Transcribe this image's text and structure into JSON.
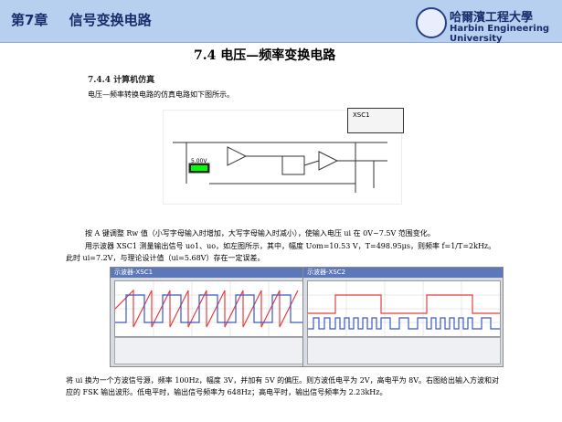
{
  "header": {
    "chapter": "第7章",
    "title": "信号变换电路",
    "uni_cn": "哈爾濱工程大學",
    "uni_en": "Harbin Engineering University"
  },
  "section": {
    "title": "7.4    电压—频率变换电路"
  },
  "subsection": {
    "title": "7.4.4    计算机仿真"
  },
  "intro": {
    "text": "电压—频率转换电路的仿真电路如下图所示。"
  },
  "circuit": {
    "scope_label": "XSC1",
    "display": "5.00V"
  },
  "para": {
    "p1": "按 A 键调整 Rw 值（小写字母输入时增加，大写字母输入时减小），使输入电压 ui 在 0V~7.5V 范围变化。",
    "p2": "用示波器 XSC1 测量输出信号 uo1、uo，如左图所示，其中，幅度 Uom=10.53 V，T=498.95μs，则频率 f=1/T=2kHz。",
    "p3": "此时 ui=7.2V，与理论设计值（ui=5.68V）存在一定误差。"
  },
  "shots": {
    "left_title": "示波器-XSC1",
    "right_title": "示波器-XSC2"
  },
  "bottom": {
    "text": "将 ui 换为一个方波信号源，频率 100Hz，幅度 3V，并加有 5V 的偏压。则方波低电平为 2V，高电平为 8V。右图给出输入方波和对应的 FSK 输出波形。低电平时，输出信号频率为 648Hz；高电平时，输出信号频率为 2.23kHz。"
  }
}
